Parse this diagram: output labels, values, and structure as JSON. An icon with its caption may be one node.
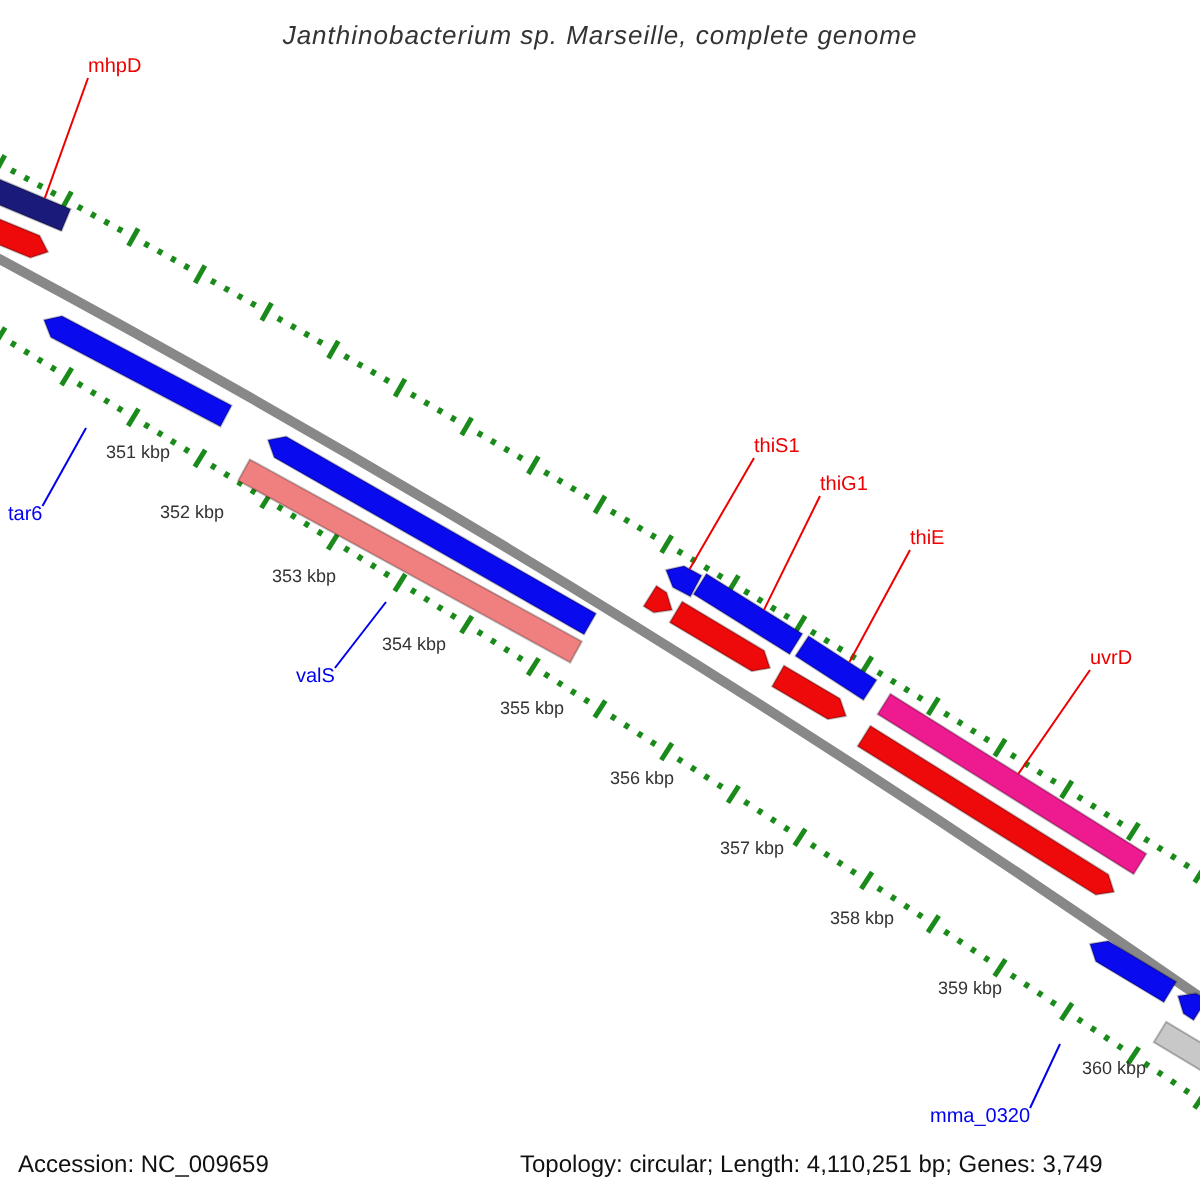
{
  "diagram": {
    "title": "Janthinobacterium sp. Marseille, complete genome",
    "nodes": [
      {
        "text": [
          "mhpD"
        ]
      },
      {
        "text": [],
        "shape": "bar"
      },
      {
        "text": [],
        "shape": "bar"
      },
      {
        "text": [],
        "shape": "bar"
      },
      {
        "text": [
          "tar6"
        ]
      },
      {
        "text": [],
        "shape": "bar"
      },
      {
        "text": [],
        "shape": "bar"
      },
      {
        "text": [
          "valS"
        ]
      },
      {
        "text": [
          "thiS1"
        ]
      },
      {
        "text": [],
        "shape": "bar"
      },
      {
        "text": [
          "thiG1"
        ]
      },
      {
        "text": [],
        "shape": "bar"
      },
      {
        "text": [
          "thiE"
        ]
      },
      {
        "text": [],
        "shape": "bar"
      },
      {
        "text": [],
        "shape": "bar"
      },
      {
        "text": [],
        "shape": "bar"
      },
      {
        "text": [],
        "shape": "bar"
      },
      {
        "text": [
          "uvrD"
        ]
      },
      {
        "text": [],
        "shape": "bar"
      },
      {
        "text": [],
        "shape": "bar"
      },
      {
        "text": [],
        "shape": "bar"
      },
      {
        "text": [],
        "shape": "bar"
      },
      {
        "text": [],
        "shape": "bar"
      },
      {
        "text": [
          "mma_0320"
        ]
      }
    ],
    "edges": [
      {
        "from": 0,
        "to": 1,
        "arrow": "none"
      },
      {
        "from": 4,
        "to": null,
        "arrow": "none",
        "color": "#0000ee"
      },
      {
        "from": 7,
        "to": null,
        "arrow": "none",
        "color": "#0000ee"
      },
      {
        "from": 8,
        "to": 9,
        "arrow": "none"
      },
      {
        "from": 10,
        "to": 11,
        "arrow": "none"
      },
      {
        "from": 12,
        "to": 13,
        "arrow": "none"
      },
      {
        "from": 17,
        "to": 18,
        "arrow": "none"
      },
      {
        "from": 23,
        "to": null,
        "arrow": "none",
        "color": "#0000ee"
      }
    ],
    "labels": [
      "351 kbp",
      "352 kbp",
      "353 kbp",
      "354 kbp",
      "355 kbp",
      "356 kbp",
      "357 kbp",
      "358 kbp",
      "359 kbp",
      "360 kbp",
      "Accession: NC_009659",
      "Topology: circular; Length: 4,110,251 bp; Genes: 3,749"
    ]
  }
}
